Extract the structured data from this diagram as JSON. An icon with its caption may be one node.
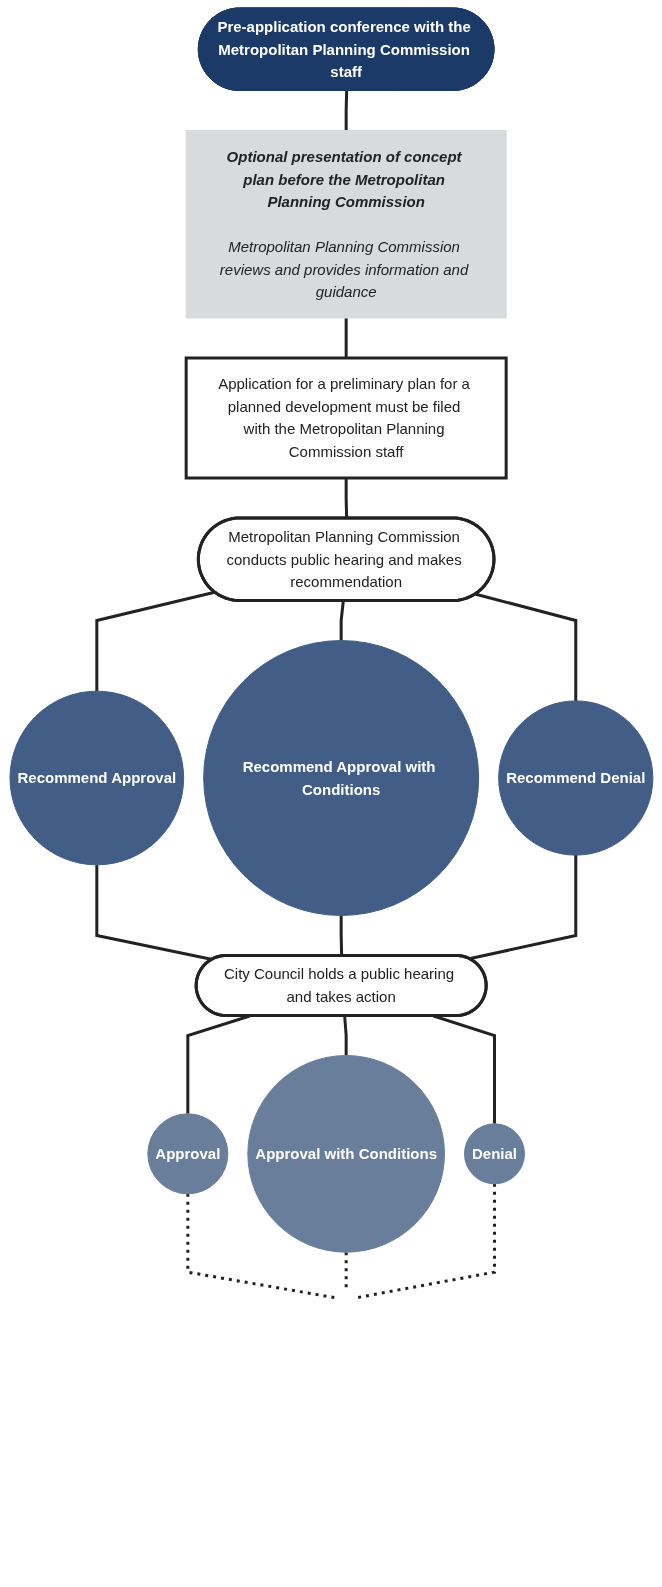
{
  "diagram": {
    "nodes": [
      {
        "text": [
          "Pre-application conference with the Metropolitan Planning Commission staff"
        ]
      },
      {
        "text": [
          "Optional presentation of concept plan before the Metropolitan Planning Commission",
          "Metropolitan Planning Commission reviews and provides information and guidance"
        ]
      },
      {
        "text": [
          "Application for a preliminary plan for a planned development must be filed with the Metropolitan Planning Commission staff"
        ]
      },
      {
        "text": [
          "Metropolitan Planning Commission conducts public hearing and makes recommendation"
        ]
      },
      {
        "text": [
          "Recommend Approval"
        ]
      },
      {
        "text": [
          "Recommend Approval with Conditions"
        ]
      },
      {
        "text": [
          "Recommend Denial"
        ]
      },
      {
        "text": [
          "City Council holds a public hearing and takes action"
        ]
      },
      {
        "text": [
          "Approval"
        ]
      },
      {
        "text": [
          "Approval with Conditions"
        ]
      },
      {
        "text": [
          "Denial"
        ]
      }
    ],
    "edges": [
      {
        "from": 0,
        "to": 1,
        "arrow": "none"
      },
      {
        "from": 1,
        "to": 2,
        "arrow": "none"
      },
      {
        "from": 2,
        "to": 3,
        "arrow": "none"
      },
      {
        "from": 3,
        "to": 4,
        "arrow": "none"
      },
      {
        "from": 3,
        "to": 5,
        "arrow": "none"
      },
      {
        "from": 3,
        "to": 6,
        "arrow": "none"
      },
      {
        "from": 4,
        "to": 7,
        "arrow": "none"
      },
      {
        "from": 5,
        "to": 7,
        "arrow": "none"
      },
      {
        "from": 6,
        "to": 7,
        "arrow": "none"
      },
      {
        "from": 7,
        "to": 8,
        "arrow": "none"
      },
      {
        "from": 7,
        "to": 9,
        "arrow": "none"
      },
      {
        "from": 7,
        "to": 10,
        "arrow": "none"
      },
      {
        "from": 8,
        "to": null,
        "arrow": "none",
        "style": "dashed"
      },
      {
        "from": 9,
        "to": null,
        "arrow": "none",
        "style": "dashed"
      },
      {
        "from": 10,
        "to": null,
        "arrow": "none",
        "style": "dashed"
      }
    ]
  }
}
